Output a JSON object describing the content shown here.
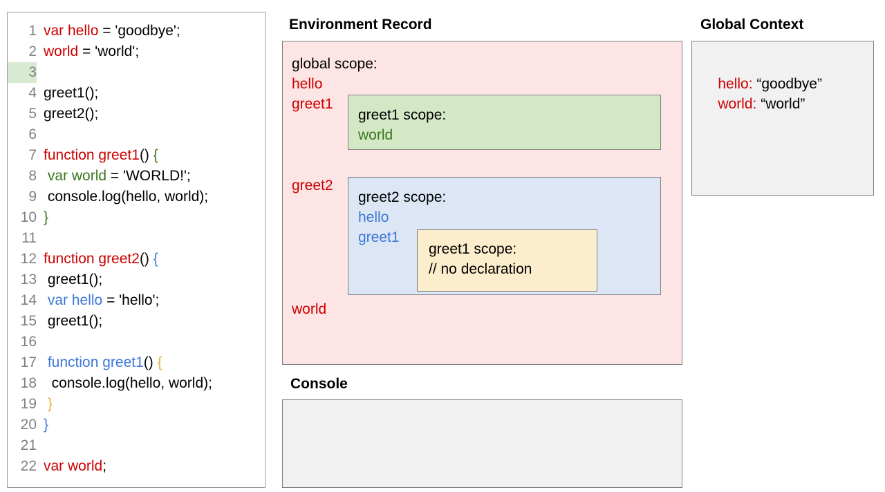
{
  "editor": {
    "name": "code-editor",
    "lines": [
      {
        "n": "1",
        "highlight": false,
        "tokens": [
          {
            "t": "var hello",
            "c": "red"
          },
          {
            "t": " = 'goodbye';",
            "c": "black"
          }
        ]
      },
      {
        "n": "2",
        "highlight": false,
        "tokens": [
          {
            "t": "world",
            "c": "red"
          },
          {
            "t": " = 'world';",
            "c": "black"
          }
        ]
      },
      {
        "n": "3",
        "highlight": true,
        "tokens": [
          {
            "t": "",
            "c": "black"
          }
        ]
      },
      {
        "n": "4",
        "highlight": false,
        "tokens": [
          {
            "t": "greet1();",
            "c": "black"
          }
        ]
      },
      {
        "n": "5",
        "highlight": false,
        "tokens": [
          {
            "t": "greet2();",
            "c": "black"
          }
        ]
      },
      {
        "n": "6",
        "highlight": false,
        "tokens": [
          {
            "t": "",
            "c": "black"
          }
        ]
      },
      {
        "n": "7",
        "highlight": false,
        "tokens": [
          {
            "t": "function greet1",
            "c": "red"
          },
          {
            "t": "() ",
            "c": "black"
          },
          {
            "t": "{",
            "c": "green"
          }
        ]
      },
      {
        "n": "8",
        "highlight": false,
        "tokens": [
          {
            "t": " ",
            "c": "black"
          },
          {
            "t": "var world",
            "c": "green"
          },
          {
            "t": " = 'WORLD!';",
            "c": "black"
          }
        ]
      },
      {
        "n": "9",
        "highlight": false,
        "tokens": [
          {
            "t": " console.log(hello, world);",
            "c": "black"
          }
        ]
      },
      {
        "n": "10",
        "highlight": false,
        "tokens": [
          {
            "t": "}",
            "c": "green"
          }
        ]
      },
      {
        "n": "11",
        "highlight": false,
        "tokens": [
          {
            "t": "",
            "c": "black"
          }
        ]
      },
      {
        "n": "12",
        "highlight": false,
        "tokens": [
          {
            "t": "function greet2",
            "c": "red"
          },
          {
            "t": "() ",
            "c": "black"
          },
          {
            "t": "{",
            "c": "blue"
          }
        ]
      },
      {
        "n": "13",
        "highlight": false,
        "tokens": [
          {
            "t": " greet1();",
            "c": "black"
          }
        ]
      },
      {
        "n": "14",
        "highlight": false,
        "tokens": [
          {
            "t": " ",
            "c": "black"
          },
          {
            "t": "var hello",
            "c": "blue"
          },
          {
            "t": " = 'hello';",
            "c": "black"
          }
        ]
      },
      {
        "n": "15",
        "highlight": false,
        "tokens": [
          {
            "t": " greet1();",
            "c": "black"
          }
        ]
      },
      {
        "n": "16",
        "highlight": false,
        "tokens": [
          {
            "t": "",
            "c": "black"
          }
        ]
      },
      {
        "n": "17",
        "highlight": false,
        "tokens": [
          {
            "t": " ",
            "c": "black"
          },
          {
            "t": "function greet1",
            "c": "blue"
          },
          {
            "t": "() ",
            "c": "black"
          },
          {
            "t": "{",
            "c": "gold"
          }
        ]
      },
      {
        "n": "18",
        "highlight": false,
        "tokens": [
          {
            "t": "  console.log(hello, world);",
            "c": "black"
          }
        ]
      },
      {
        "n": "19",
        "highlight": false,
        "tokens": [
          {
            "t": " ",
            "c": "black"
          },
          {
            "t": "}",
            "c": "gold"
          }
        ]
      },
      {
        "n": "20",
        "highlight": false,
        "tokens": [
          {
            "t": "}",
            "c": "blue"
          }
        ]
      },
      {
        "n": "21",
        "highlight": false,
        "tokens": [
          {
            "t": "",
            "c": "black"
          }
        ]
      },
      {
        "n": "22",
        "highlight": false,
        "tokens": [
          {
            "t": "var world",
            "c": "red"
          },
          {
            "t": ";",
            "c": "black"
          }
        ]
      }
    ]
  },
  "environment_record": {
    "title": "Environment Record",
    "global_scope_label": "global scope:",
    "global_bindings": [
      "hello",
      "greet1",
      "greet2",
      "world"
    ],
    "greet1_scope": {
      "heading": "greet1 scope:",
      "bindings": [
        "world"
      ]
    },
    "greet2_scope": {
      "heading": "greet2 scope:",
      "bindings": [
        "hello",
        "greet1"
      ],
      "nested_greet1_scope": {
        "heading": "greet1 scope:",
        "note": "// no declaration"
      }
    }
  },
  "console": {
    "title": "Console",
    "output": ""
  },
  "global_context": {
    "title": "Global Context",
    "entries": [
      {
        "key": "hello:",
        "value": " “goodbye”"
      },
      {
        "key": "world:",
        "value": " “world”"
      }
    ]
  },
  "colors": {
    "red": "#cc0000",
    "green": "#38761d",
    "blue": "#3c78d8",
    "gold": "#e5b33a",
    "global_scope_fill": "#fce5e4",
    "greet1_scope_fill": "#d4e8c6",
    "greet2_scope_fill": "#dce6f5",
    "nested_scope_fill": "#fceecc",
    "panel_fill": "#f1f1f1",
    "border": "#808080",
    "line_highlight": "#d9ead3"
  }
}
